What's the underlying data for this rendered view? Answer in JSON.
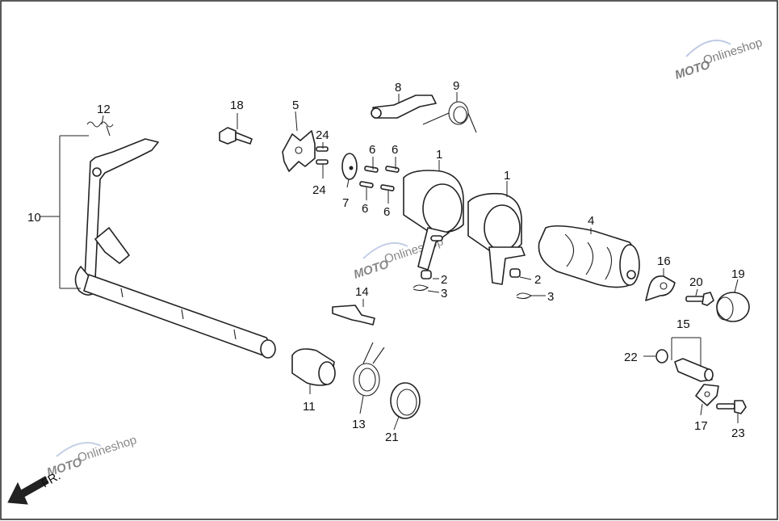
{
  "callouts": {
    "c1a": "1",
    "c1b": "1",
    "c2a": "2",
    "c2b": "2",
    "c3a": "3",
    "c3b": "3",
    "c4": "4",
    "c5": "5",
    "c6a": "6",
    "c6b": "6",
    "c6c": "6",
    "c6d": "6",
    "c7": "7",
    "c8": "8",
    "c9": "9",
    "c10": "10",
    "c11": "11",
    "c12": "12",
    "c13": "13",
    "c14": "14",
    "c15": "15",
    "c16": "16",
    "c17": "17",
    "c18": "18",
    "c19": "19",
    "c20": "20",
    "c21": "21",
    "c22": "22",
    "c23": "23",
    "c24a": "24",
    "c24b": "24"
  },
  "direction_label": "FR.",
  "watermark": {
    "text": "MOTO",
    "subtext": "Onlineshop"
  },
  "colors": {
    "frame": "#222222",
    "ink": "#111111",
    "wm_red": "#d94a5a",
    "wm_blue": "#8aa0cf"
  }
}
